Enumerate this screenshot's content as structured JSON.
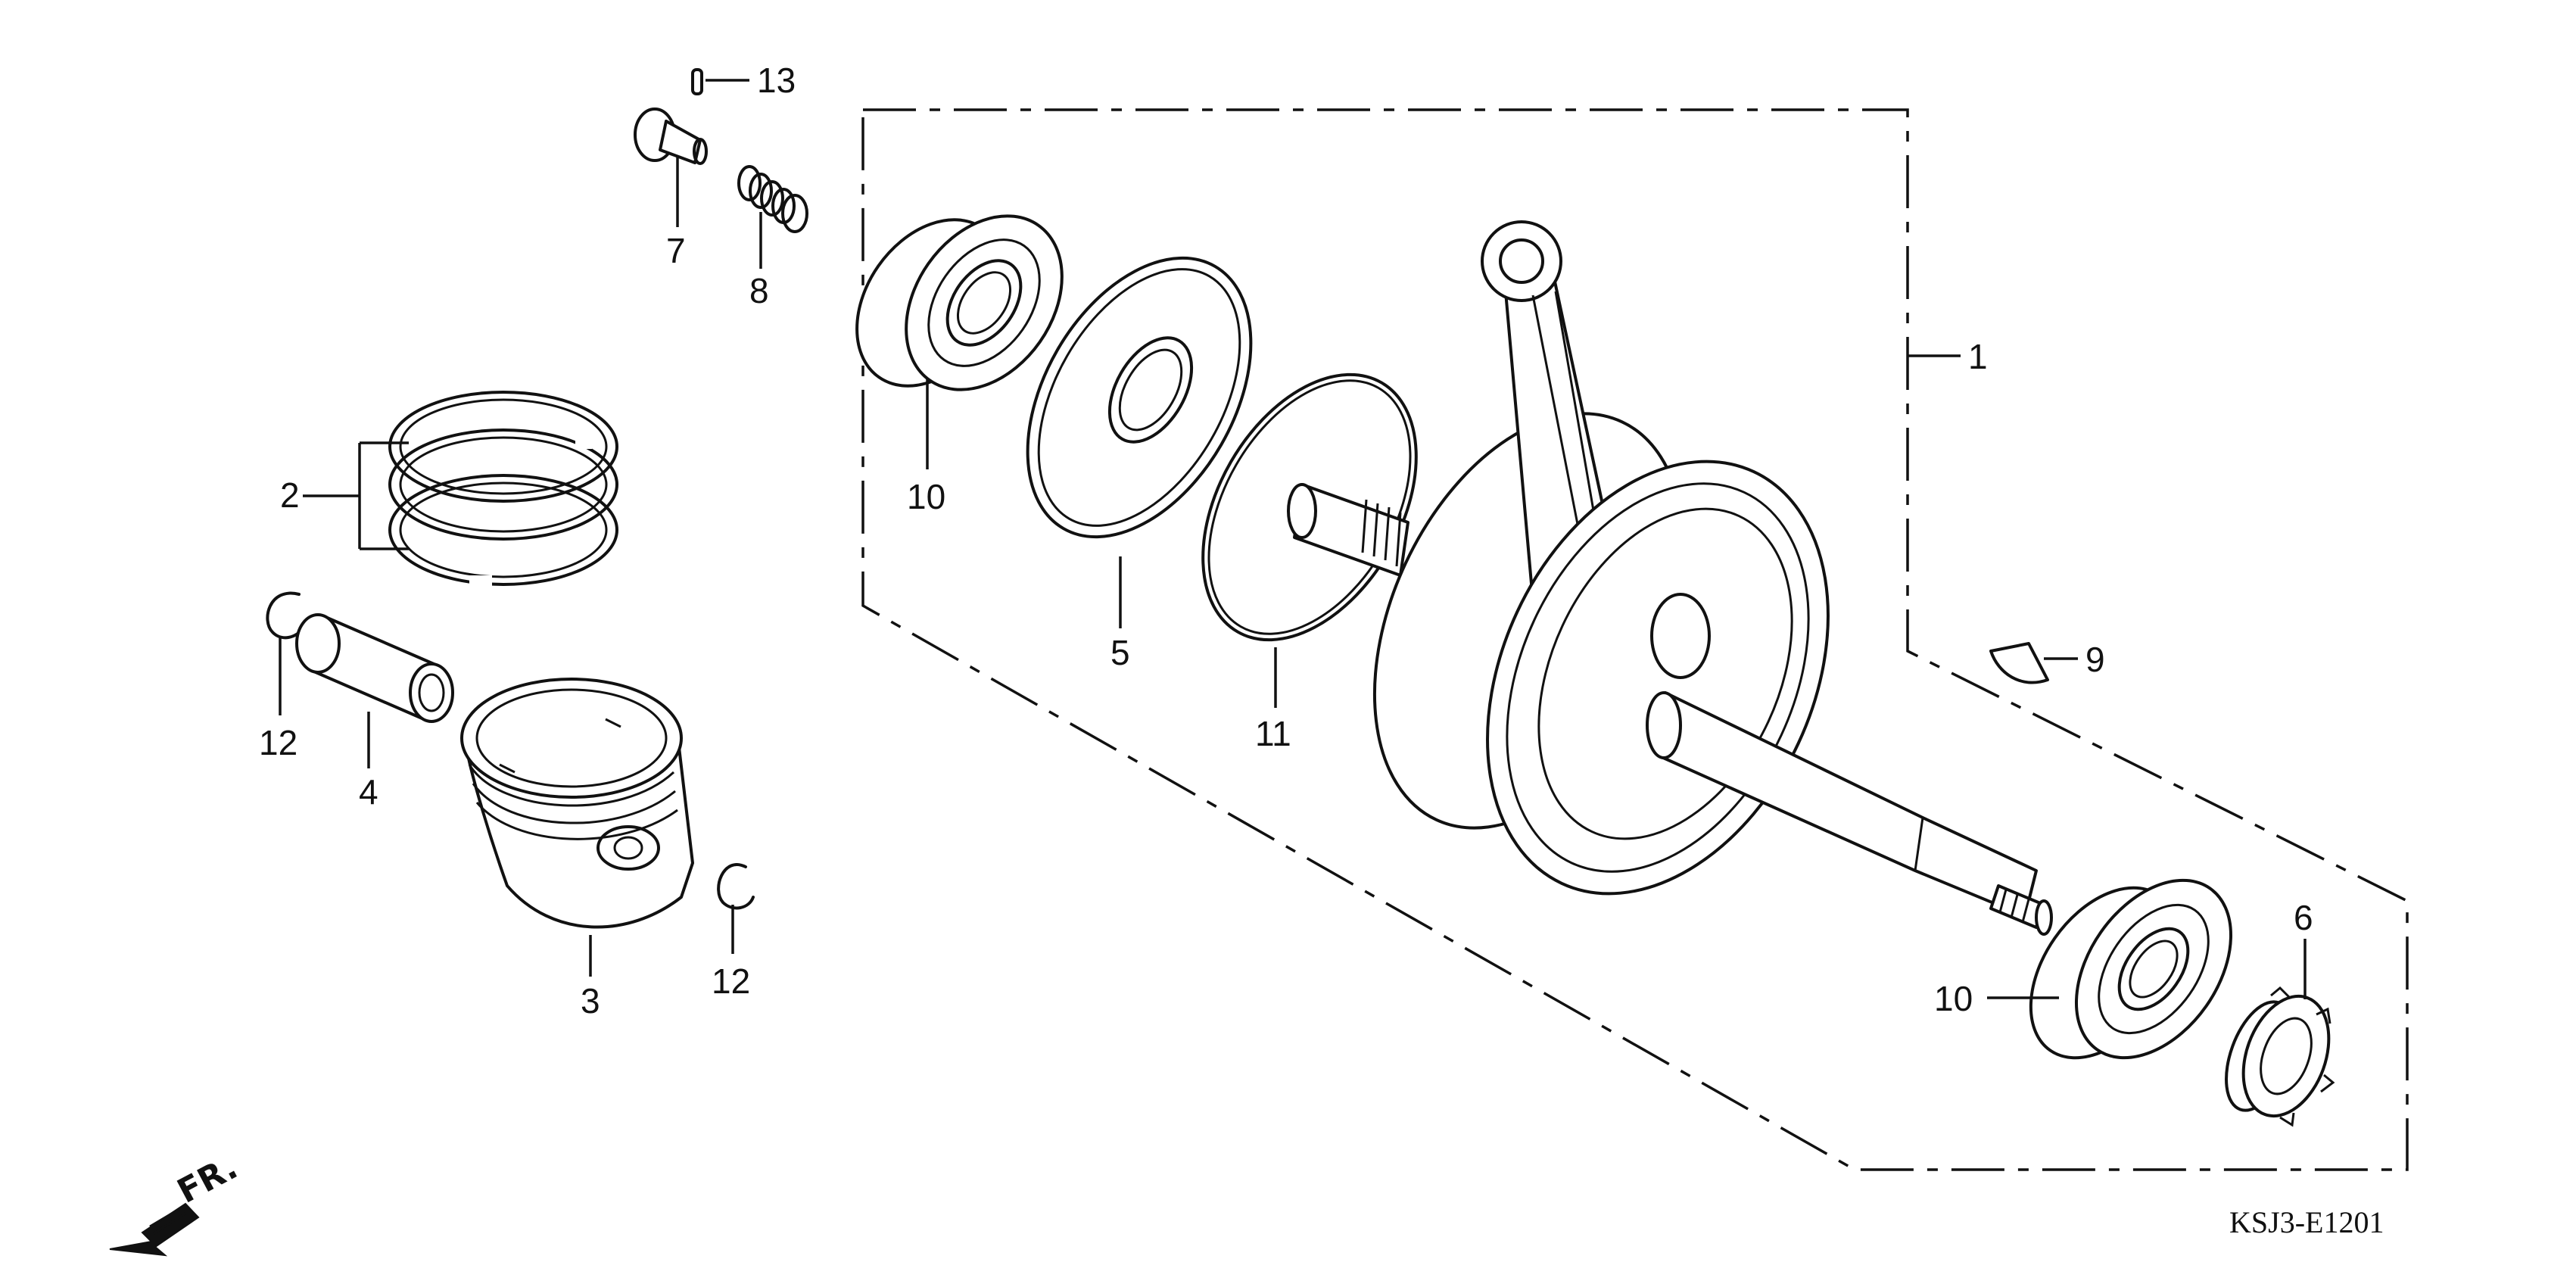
{
  "diagram": {
    "callouts": {
      "c1": "1",
      "c2": "2",
      "c3": "3",
      "c4": "4",
      "c5": "5",
      "c6": "6",
      "c7": "7",
      "c8": "8",
      "c9": "9",
      "c10a": "10",
      "c10b": "10",
      "c11": "11",
      "c12a": "12",
      "c12b": "12",
      "c13": "13"
    },
    "direction_label": "FR.",
    "drawing_code": "KSJ3-E1201"
  },
  "colors": {
    "line": "#111111",
    "background": "#ffffff"
  }
}
